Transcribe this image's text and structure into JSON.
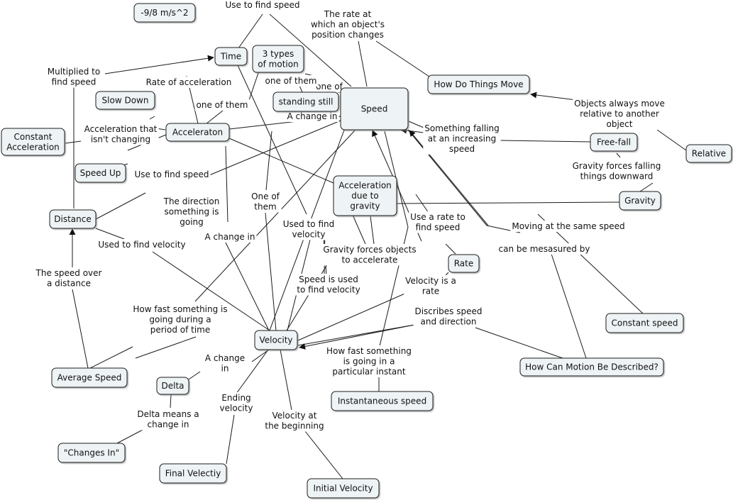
{
  "concepts": {
    "time": "Time",
    "accel_value": "-9/8 m/s^2",
    "three_types": [
      "3 types",
      "of motion"
    ],
    "standing_still": "standing still",
    "speed": "Speed",
    "how_move": "How Do Things Move",
    "slow_down": "Slow Down",
    "acceleraton": "Acceleraton",
    "constant_acceleration": [
      "Constant",
      "Acceleration"
    ],
    "speed_up": "Speed Up",
    "distance": "Distance",
    "accel_gravity": [
      "Acceleration",
      "due to",
      "gravity"
    ],
    "free_fall": "Free-fall",
    "relative": "Relative",
    "gravity": "Gravity",
    "rate": "Rate",
    "constant_speed": "Constant speed",
    "velocity": "Velocity",
    "average_speed": "Average Speed",
    "delta": "Delta",
    "changes_in": "\"Changes In\"",
    "final_velocity": "Final Velectiy",
    "initial_velocity": "Initial Velocity",
    "instantaneous_speed": "Instantaneous speed",
    "how_described": "How Can Motion Be Described?"
  },
  "links": {
    "use_find_speed_top": [
      "Use to find speed"
    ],
    "rate_position": [
      "The rate at",
      "which an object's",
      "position changes"
    ],
    "multiplied": [
      "Multiplied to",
      "find speed"
    ],
    "rate_accel": [
      "Rate of acceleration"
    ],
    "one_of_them_a": [
      "one of them"
    ],
    "one_of": [
      "one of"
    ],
    "one_of_them_b": [
      "one of them"
    ],
    "a_change_in_speed": [
      "A change in"
    ],
    "accel_not_changing": [
      "Acceleration that",
      "isn't changing"
    ],
    "use_find_speed_dist": [
      "Use to find speed"
    ],
    "something_falling": [
      "Something falling",
      "at an increasing",
      "speed"
    ],
    "objects_relative": [
      "Objects always move",
      "relative to another",
      "object"
    ],
    "gravity_falling": [
      "Gravity forces falling",
      "things downward"
    ],
    "direction_going": [
      "The direction",
      "something is",
      "going"
    ],
    "one_of_them_c": [
      "One of",
      "them"
    ],
    "a_change_in_vel": [
      "A change in"
    ],
    "used_find_vel_time": [
      "Used to find",
      "velocity"
    ],
    "gravity_objects": [
      "Gravity forces objects",
      "to accelerate"
    ],
    "use_rate_speed": [
      "Use a rate to",
      "find speed"
    ],
    "moving_same": [
      "Moving at the same speed"
    ],
    "can_be_measured": [
      "can be mesasured by"
    ],
    "used_find_vel_dist": [
      "Used to find velocity"
    ],
    "speed_over_distance": [
      "The speed over",
      "a distance"
    ],
    "speed_used_vel": [
      "Speed is used",
      "to find velocity"
    ],
    "velocity_rate": [
      "Velocity is a",
      "rate"
    ],
    "how_fast_period": [
      "How fast something is",
      "going during a",
      "period of time"
    ],
    "discribes": [
      "Discribes speed",
      "and direction"
    ],
    "a_change_in_delta": [
      "A change",
      "in"
    ],
    "how_fast_instant": [
      "How fast something",
      "is going in a",
      "particular instant"
    ],
    "ending_velocity": [
      "Ending",
      "velocity"
    ],
    "velocity_beginning": [
      "Velocity at",
      "the beginning"
    ],
    "delta_means": [
      "Delta means a",
      "change in"
    ]
  }
}
